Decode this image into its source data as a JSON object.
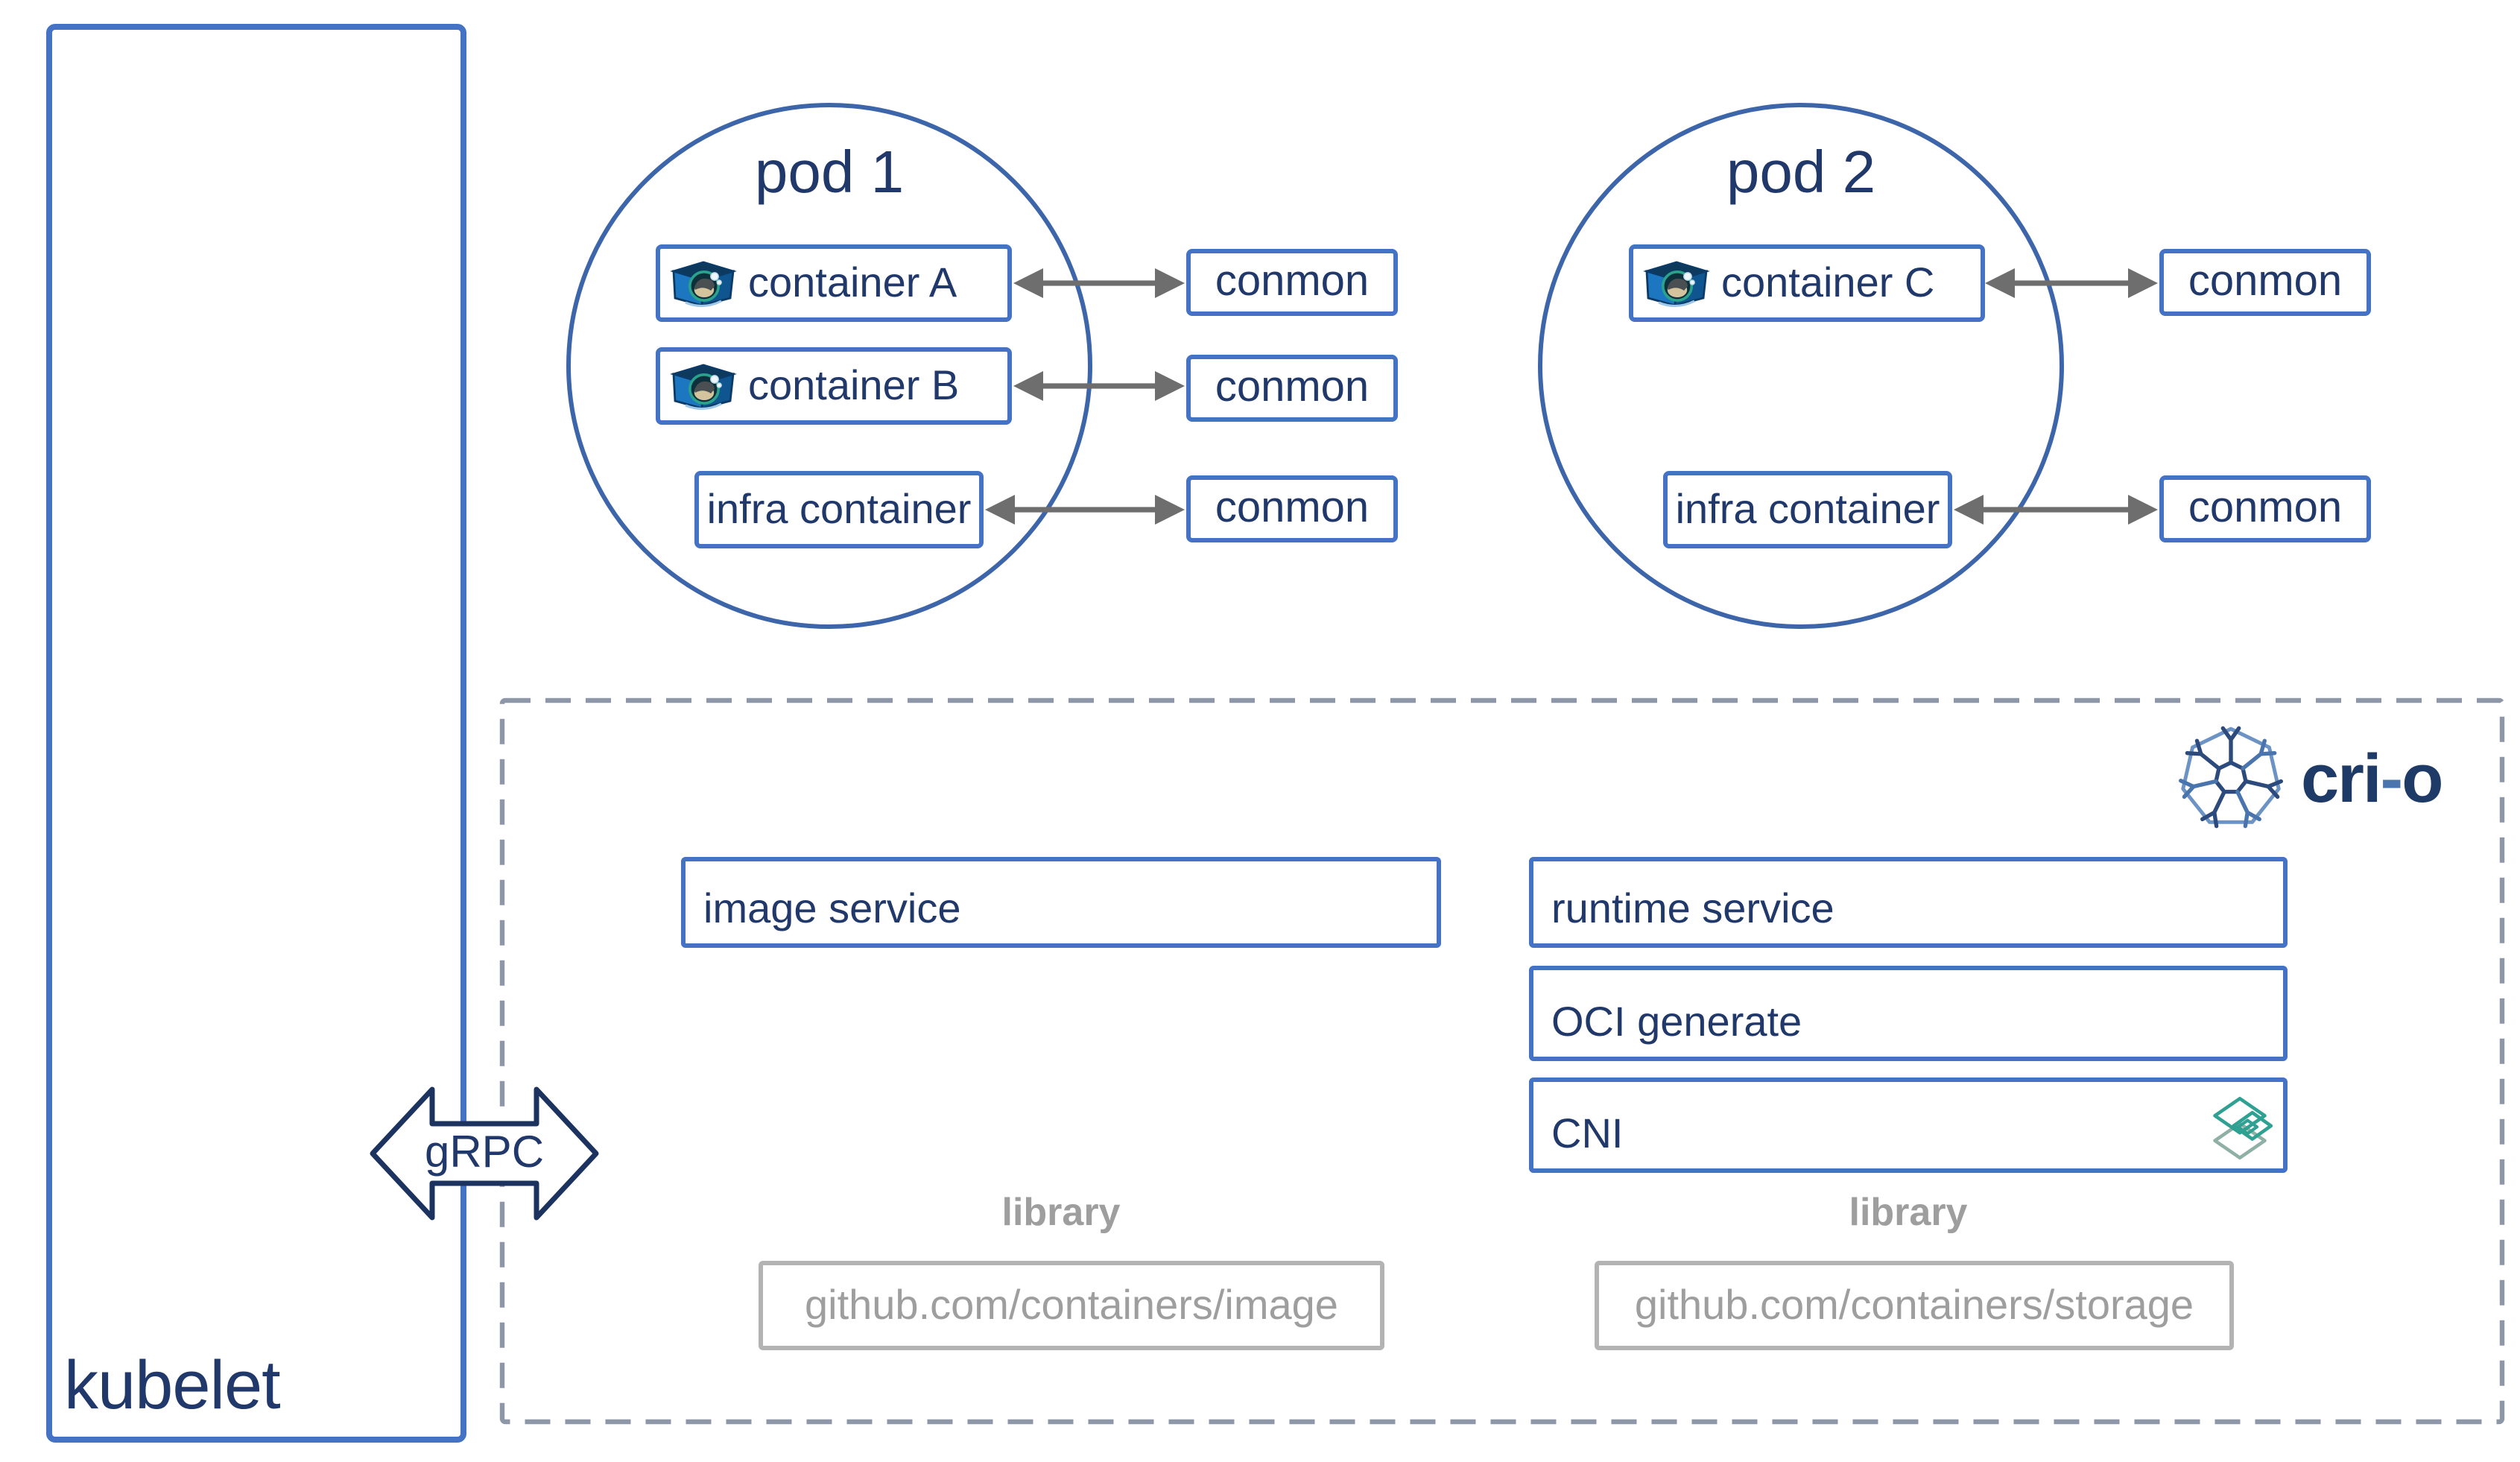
{
  "diagram": {
    "kubelet": {
      "label": "kubelet"
    },
    "grpc": {
      "label": "gRPC"
    },
    "pod1": {
      "title": "pod 1",
      "container_a": "container A",
      "container_b": "container B",
      "infra": "infra container",
      "conmon_a": "conmon",
      "conmon_b": "conmon",
      "conmon_infra": "conmon"
    },
    "pod2": {
      "title": "pod 2",
      "container_c": "container C",
      "infra": "infra container",
      "conmon_c": "conmon",
      "conmon_infra": "conmon"
    },
    "crio": {
      "logo_parts": {
        "left": "cri",
        "dash": "-",
        "right": "o"
      },
      "image_service": "image service",
      "runtime_service": "runtime service",
      "oci_generate": "OCI generate",
      "cni": "CNI",
      "library_left": {
        "heading": "library",
        "repo": "github.com/containers/image"
      },
      "library_right": {
        "heading": "library",
        "repo": "github.com/containers/storage"
      }
    },
    "icons": {
      "container_box": "container-cube-icon",
      "crio_logo": "crio-snowflake-icon",
      "cni_logo": "cni-diamonds-icon"
    },
    "colors": {
      "box_border_blue": "#4472c4",
      "pod_circle_blue": "#3d65aa",
      "text_navy": "#21386b",
      "arrow_gray": "#6e6e6e",
      "dashed_border_gray": "#8d97a8",
      "library_gray": "#9e9e9e",
      "crio_text_navy": "#1e3a66",
      "crio_dash_blue": "#4a74ad",
      "cni_teal": "#2fa193"
    }
  }
}
